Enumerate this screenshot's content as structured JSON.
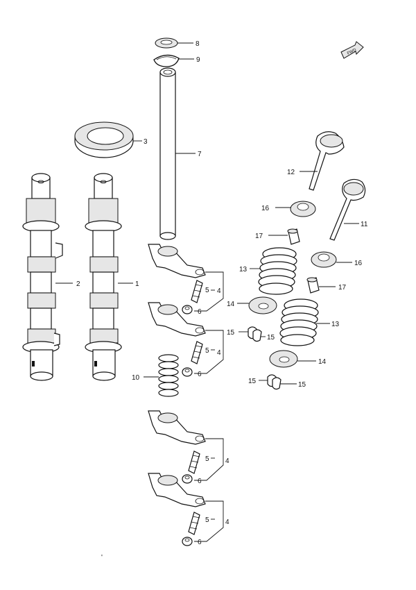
{
  "fwd_badge": "FWD",
  "footer_mark": "'",
  "callouts": {
    "c1": "1",
    "c2": "2",
    "c3": "3",
    "c4a": "4",
    "c4b": "4",
    "c4c": "4",
    "c4d": "4",
    "c5a": "5",
    "c5b": "5",
    "c5c": "5",
    "c5d": "5",
    "c6a": "6",
    "c6b": "6",
    "c6c": "6",
    "c6d": "6",
    "c7": "7",
    "c8": "8",
    "c9": "9",
    "c10": "10",
    "c11": "11",
    "c12": "12",
    "c13a": "13",
    "c13b": "13",
    "c14a": "14",
    "c14b": "14",
    "c15a": "15",
    "c15b": "15",
    "c15c": "15",
    "c15d": "15",
    "c16a": "16",
    "c16b": "16",
    "c17a": "17",
    "c17b": "17"
  }
}
